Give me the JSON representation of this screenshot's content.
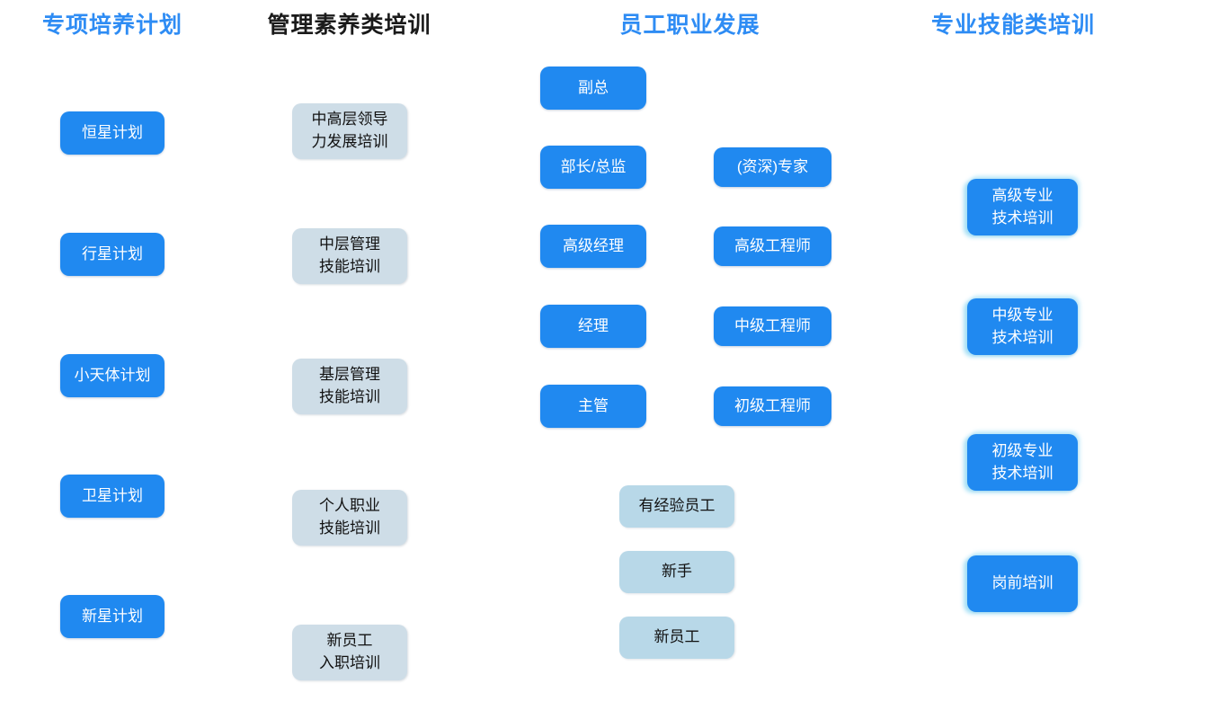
{
  "diagram": {
    "colors": {
      "header_blue": "#2e8cf4",
      "header_dark": "#1a1a1a",
      "box_blue": "#2089f0",
      "box_gray": "#cedde7",
      "box_light_blue": "#b8d8e8"
    },
    "special_programs": {
      "header": "专项培养计划",
      "items": [
        "恒星计划",
        "行星计划",
        "小天体计划",
        "卫星计划",
        "新星计划"
      ]
    },
    "management_training": {
      "header": "管理素养类培训",
      "items": [
        "中高层领导\n力发展培训",
        "中层管理\n技能培训",
        "基层管理\n技能培训",
        "个人职业\n技能培训",
        "新员工\n入职培训"
      ]
    },
    "career_development": {
      "header": "员工职业发展",
      "management_track": [
        "副总",
        "部长/总监",
        "高级经理",
        "经理",
        "主管"
      ],
      "technical_track": [
        "(资深)专家",
        "高级工程师",
        "中级工程师",
        "初级工程师"
      ],
      "entry_levels": [
        "有经验员工",
        "新手",
        "新员工"
      ]
    },
    "skills_training": {
      "header": "专业技能类培训",
      "items": [
        "高级专业\n技术培训",
        "中级专业\n技术培训",
        "初级专业\n技术培训",
        "岗前培训"
      ]
    }
  }
}
